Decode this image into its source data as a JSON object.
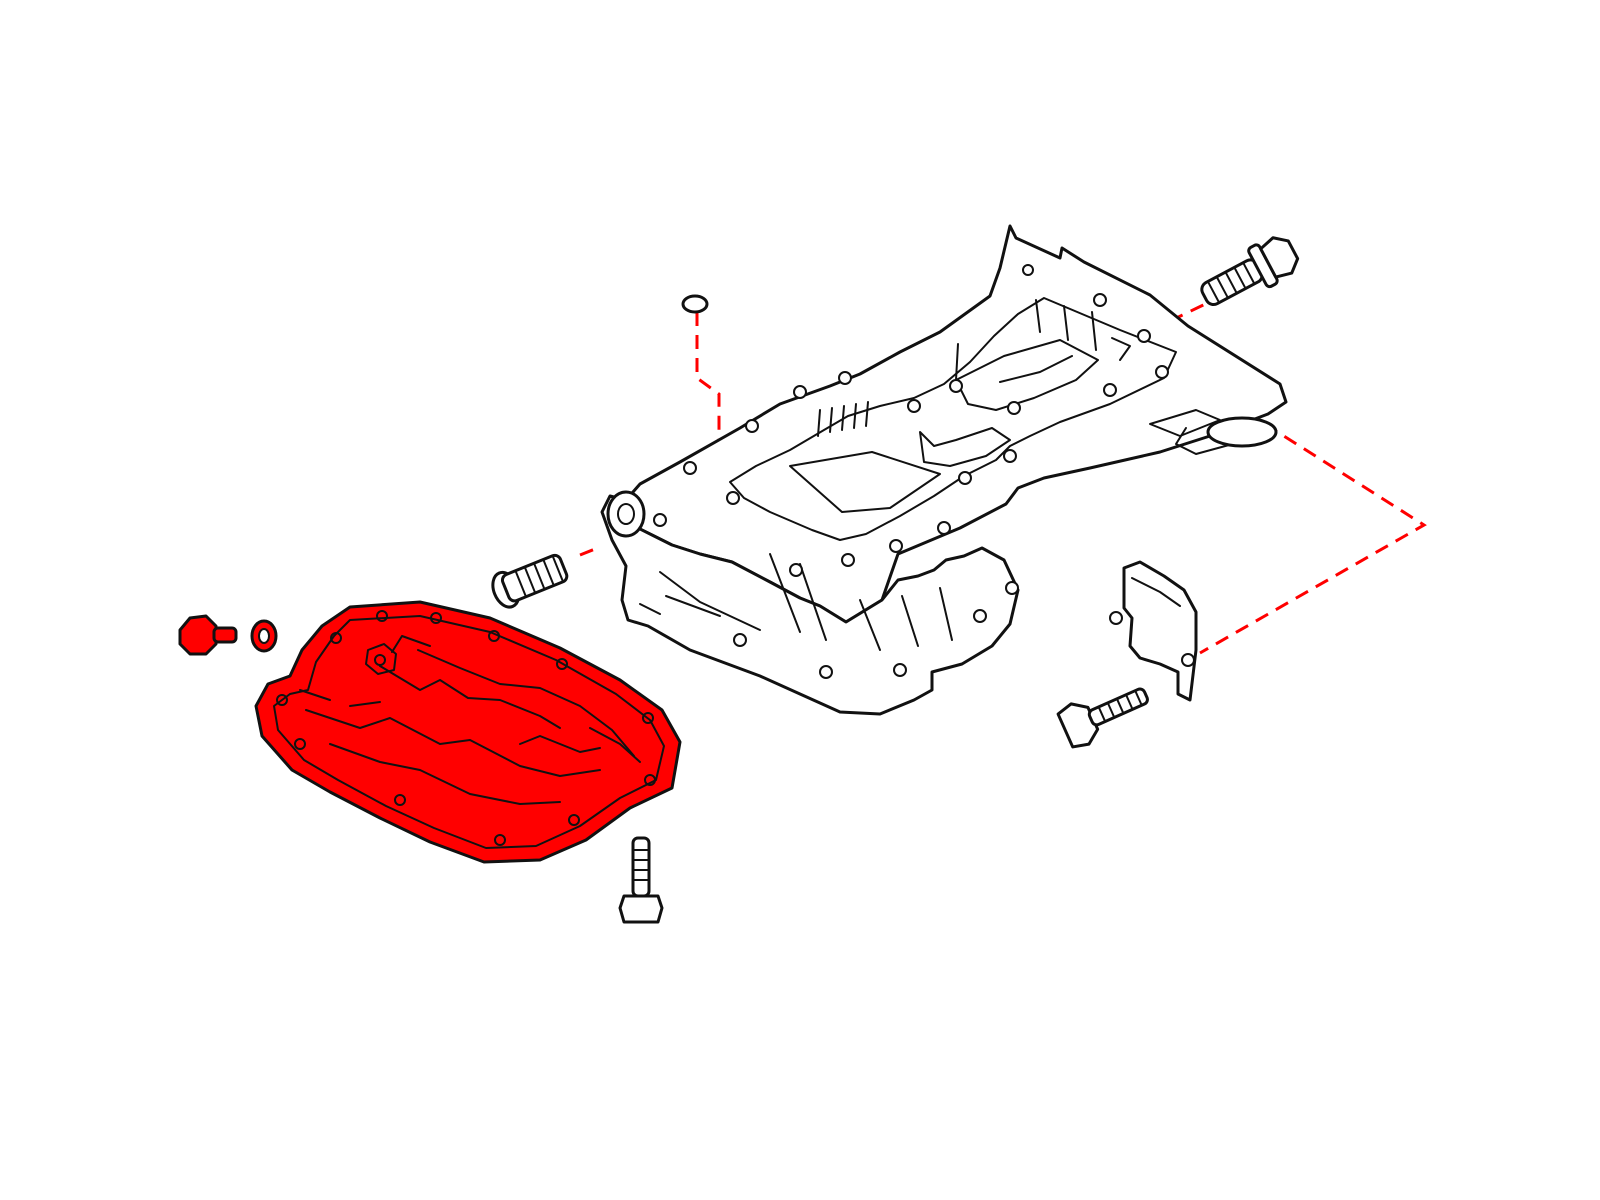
{
  "colors": {
    "background": "#ffffff",
    "line_art": "#111111",
    "highlight": "#ff0000",
    "leader_lines": "#ff0000"
  },
  "parts": [
    {
      "id": "upper-oil-pan",
      "icon": "upper-oil-pan-icon",
      "highlighted": false
    },
    {
      "id": "lower-oil-pan",
      "icon": "lower-oil-pan-icon",
      "highlighted": true
    },
    {
      "id": "drain-plug",
      "icon": "drain-plug-icon",
      "highlighted": true
    },
    {
      "id": "drain-plug-washer",
      "icon": "washer-icon",
      "highlighted": true
    },
    {
      "id": "oil-pan-bolt",
      "icon": "bolt-icon",
      "highlighted": false
    },
    {
      "id": "side-bolt",
      "icon": "bolt-icon",
      "highlighted": false
    },
    {
      "id": "top-right-bolt",
      "icon": "bolt-icon",
      "highlighted": false
    },
    {
      "id": "bracket-bolt",
      "icon": "bolt-icon",
      "highlighted": false
    },
    {
      "id": "plug-cap",
      "icon": "cap-icon",
      "highlighted": false
    },
    {
      "id": "bracket",
      "icon": "bracket-icon",
      "highlighted": false
    }
  ]
}
